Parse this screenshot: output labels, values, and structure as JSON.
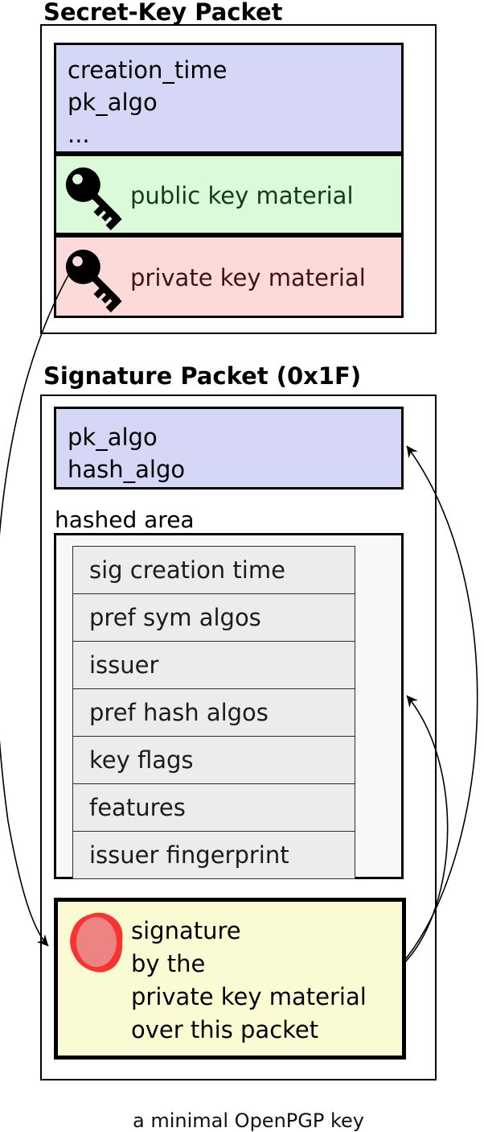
{
  "secret_key_packet": {
    "title": "Secret-Key Packet",
    "header_fields": [
      "creation_time",
      "pk_algo",
      "..."
    ],
    "public_key": {
      "label": "public key material",
      "icon": "key-icon"
    },
    "private_key": {
      "label": "private key material",
      "icon": "key-icon"
    }
  },
  "signature_packet": {
    "title": "Signature Packet (0x1F)",
    "algo_fields": [
      "pk_algo",
      "hash_algo"
    ],
    "hashed_area": {
      "label": "hashed area",
      "subpackets": [
        "sig creation time",
        "pref sym algos",
        "issuer",
        "pref hash algos",
        "key flags",
        "features",
        "issuer fingerprint"
      ]
    },
    "signature_box": {
      "icon": "seal-icon",
      "lines": [
        "signature",
        "by the",
        "private key material",
        "over this packet"
      ]
    }
  },
  "arrows": [
    "private key material signs the signature packet",
    "signature covers pk_algo / hash_algo",
    "signature covers hashed area"
  ],
  "caption": "a minimal OpenPGP key",
  "colors": {
    "lavender": "#d6d6f7",
    "green_bg": "#dafada",
    "green_text": "#123c12",
    "pink_bg": "#fcdada",
    "pink_text": "#421111",
    "yellow_bg": "#fbfbd3",
    "hashed_bg": "#f8f8f8",
    "subtable_bg": "#ececec",
    "seal_ring": "#f93232",
    "seal_fill": "#ee8383"
  }
}
